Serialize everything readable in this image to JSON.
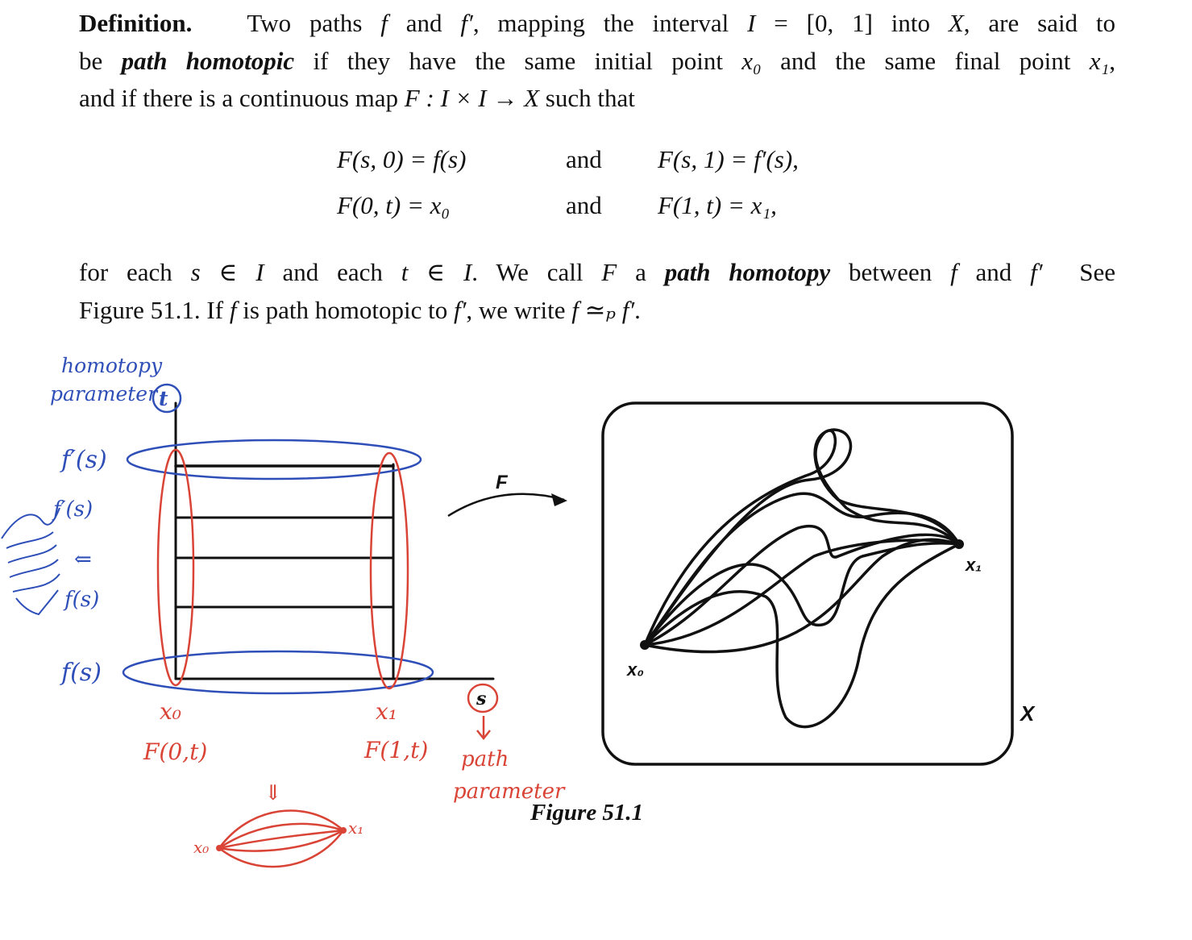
{
  "definition": {
    "heading": "Definition.",
    "line1": [
      "Two paths",
      "f",
      "and",
      "f′",
      ", mapping the interval",
      "I",
      "= [0, 1] into",
      "X",
      ", are said to"
    ],
    "line2": [
      "be",
      "path homotopic",
      "if they have the same initial point",
      "x₀",
      "and the same final point",
      "x₁",
      ","
    ],
    "line3": [
      "and if there is a continuous map",
      "F : I × I → X",
      "such that"
    ]
  },
  "equations": {
    "row1_left": "F(s, 0) = f(s)",
    "row1_mid": "and",
    "row1_right": "F(s, 1) = f′(s),",
    "row2_left": "F(0, t) = x₀",
    "row2_mid": "and",
    "row2_right": "F(1, t) = x₁,"
  },
  "after": {
    "line1": [
      "for each",
      "s ∈ I",
      "and each",
      "t ∈ I",
      ". We call",
      "F",
      "a",
      "path homotopy",
      "between",
      "f",
      "and",
      "f′",
      "See"
    ],
    "line2": [
      "Figure 51.1. If",
      "f",
      "is path homotopic to",
      "f′",
      ", we write",
      "f ≃ₚ f′",
      "."
    ]
  },
  "figure": {
    "caption": "Figure 51.1",
    "map_label": "F",
    "space_label": "X",
    "point_start": "x₀",
    "point_end": "x₁"
  },
  "annotations": {
    "blue": {
      "homotopy": "homotopy",
      "parameter": "parameter",
      "t": "t",
      "f_prime_top": "f′(s)",
      "f_prime_mid": "f′(s)",
      "arrow": "⇐",
      "f_mid": "f(s)",
      "f_bottom": "f(s)"
    },
    "red": {
      "x0": "x₀",
      "x1": "x₁",
      "F0t": "F(0,t)",
      "F1t": "F(1,t)",
      "s": "s",
      "path": "path",
      "parameter": "parameter",
      "arrow_down": "⇓",
      "lens_x0": "x₀",
      "lens_x1": "x₁"
    }
  },
  "colors": {
    "ink": "#111111",
    "blue_pen": "#2f4fb8",
    "red_pen": "#d94436"
  }
}
